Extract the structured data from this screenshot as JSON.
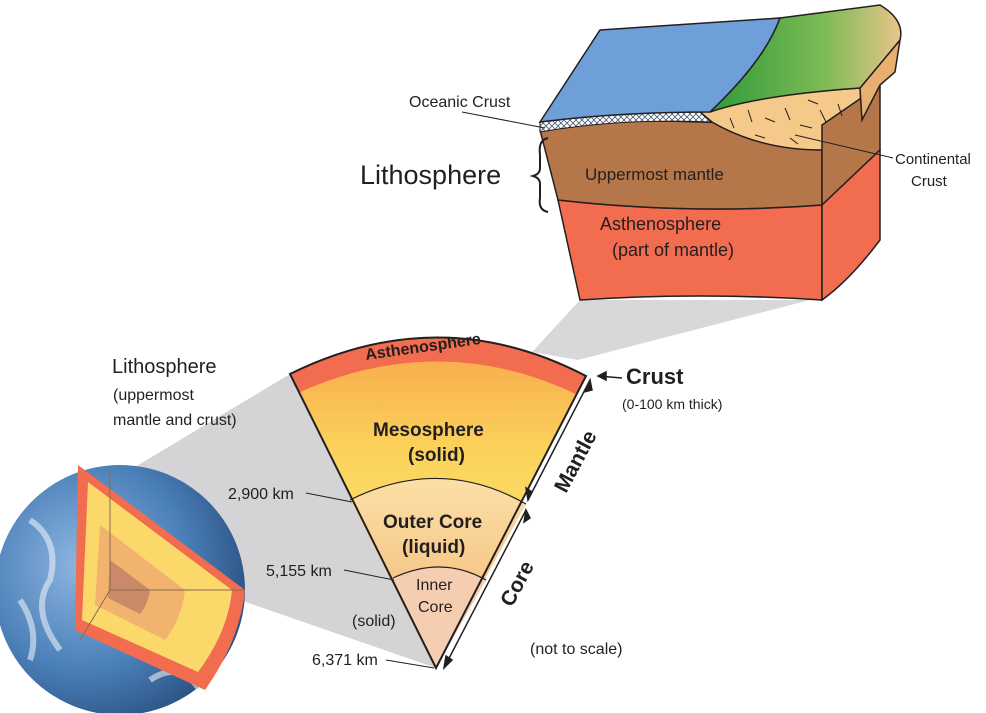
{
  "block": {
    "oceanic_crust": "Oceanic Crust",
    "lithosphere": "Lithosphere",
    "uppermost_mantle": "Uppermost mantle",
    "continental_crust_1": "Continental",
    "continental_crust_2": "Crust",
    "asthenosphere_1": "Asthenosphere",
    "asthenosphere_2": "(part of mantle)"
  },
  "wedge": {
    "asthenosphere": "Asthenosphere",
    "mesosphere_1": "Mesosphere",
    "mesosphere_2": "(solid)",
    "outer_core_1": "Outer Core",
    "outer_core_2": "(liquid)",
    "inner_core_1": "Inner",
    "inner_core_2": "Core",
    "solid": "(solid)"
  },
  "left_labels": {
    "lithosphere": "Lithosphere",
    "lithosphere_sub_1": "(uppermost",
    "lithosphere_sub_2": "mantle and crust)",
    "depth_1": "2,900 km",
    "depth_2": "5,155 km",
    "depth_3": "6,371 km"
  },
  "right_labels": {
    "crust": "Crust",
    "crust_sub": "(0-100 km thick)",
    "mantle": "Mantle",
    "core": "Core",
    "scale_note": "(not to scale)"
  },
  "colors": {
    "ocean": "#6f9fd8",
    "land": "#3fa535",
    "sand": "#f4c98a",
    "upper_mantle": "#b5764a",
    "asthenosphere": "#f26c4f",
    "mesosphere": "#fbe36b",
    "outer_core": "#f7c07a",
    "inner_core": "#f2b89a"
  }
}
